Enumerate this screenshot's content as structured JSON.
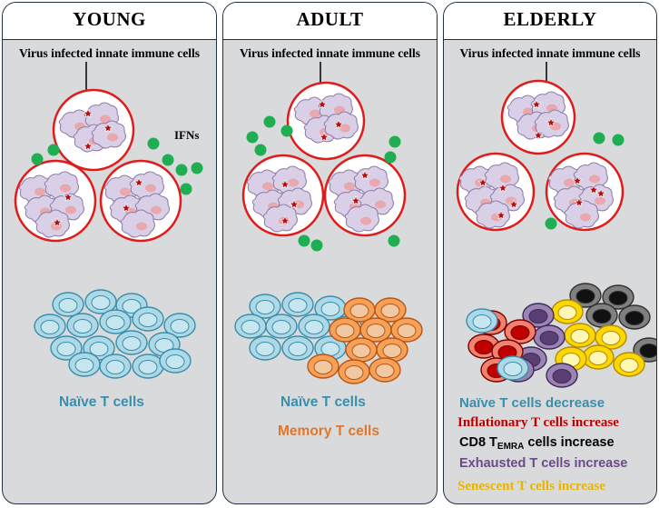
{
  "panels": {
    "young": {
      "title": "YOUNG",
      "virus_label": "Virus infected innate immune cells",
      "ifn_label": "IFNs",
      "captions": [
        "Naïve T cells"
      ]
    },
    "adult": {
      "title": "ADULT",
      "virus_label": "Virus infected innate immune cells",
      "captions": [
        "Naïve T cells",
        "Memory T cells"
      ]
    },
    "elderly": {
      "title": "ELDERLY",
      "virus_label": "Virus infected innate immune cells",
      "captions": [
        "Naïve T cells decrease",
        "Inflationary T cells increase",
        "Exhausted T cells increase",
        "Senescent T  cells increase"
      ],
      "cd8_prefix": "CD8 T",
      "cd8_sub": "EMRA",
      "cd8_suffix": "cells increase"
    }
  },
  "colors": {
    "naive": "#add8e6",
    "memory": "#f08a3c",
    "inflationary": "#c00000",
    "exhausted": "#7e5a9b",
    "senescent": "#ffd700",
    "emra": "#808080",
    "ifn_dot": "#1fae52",
    "circle": "#e01b1b"
  }
}
